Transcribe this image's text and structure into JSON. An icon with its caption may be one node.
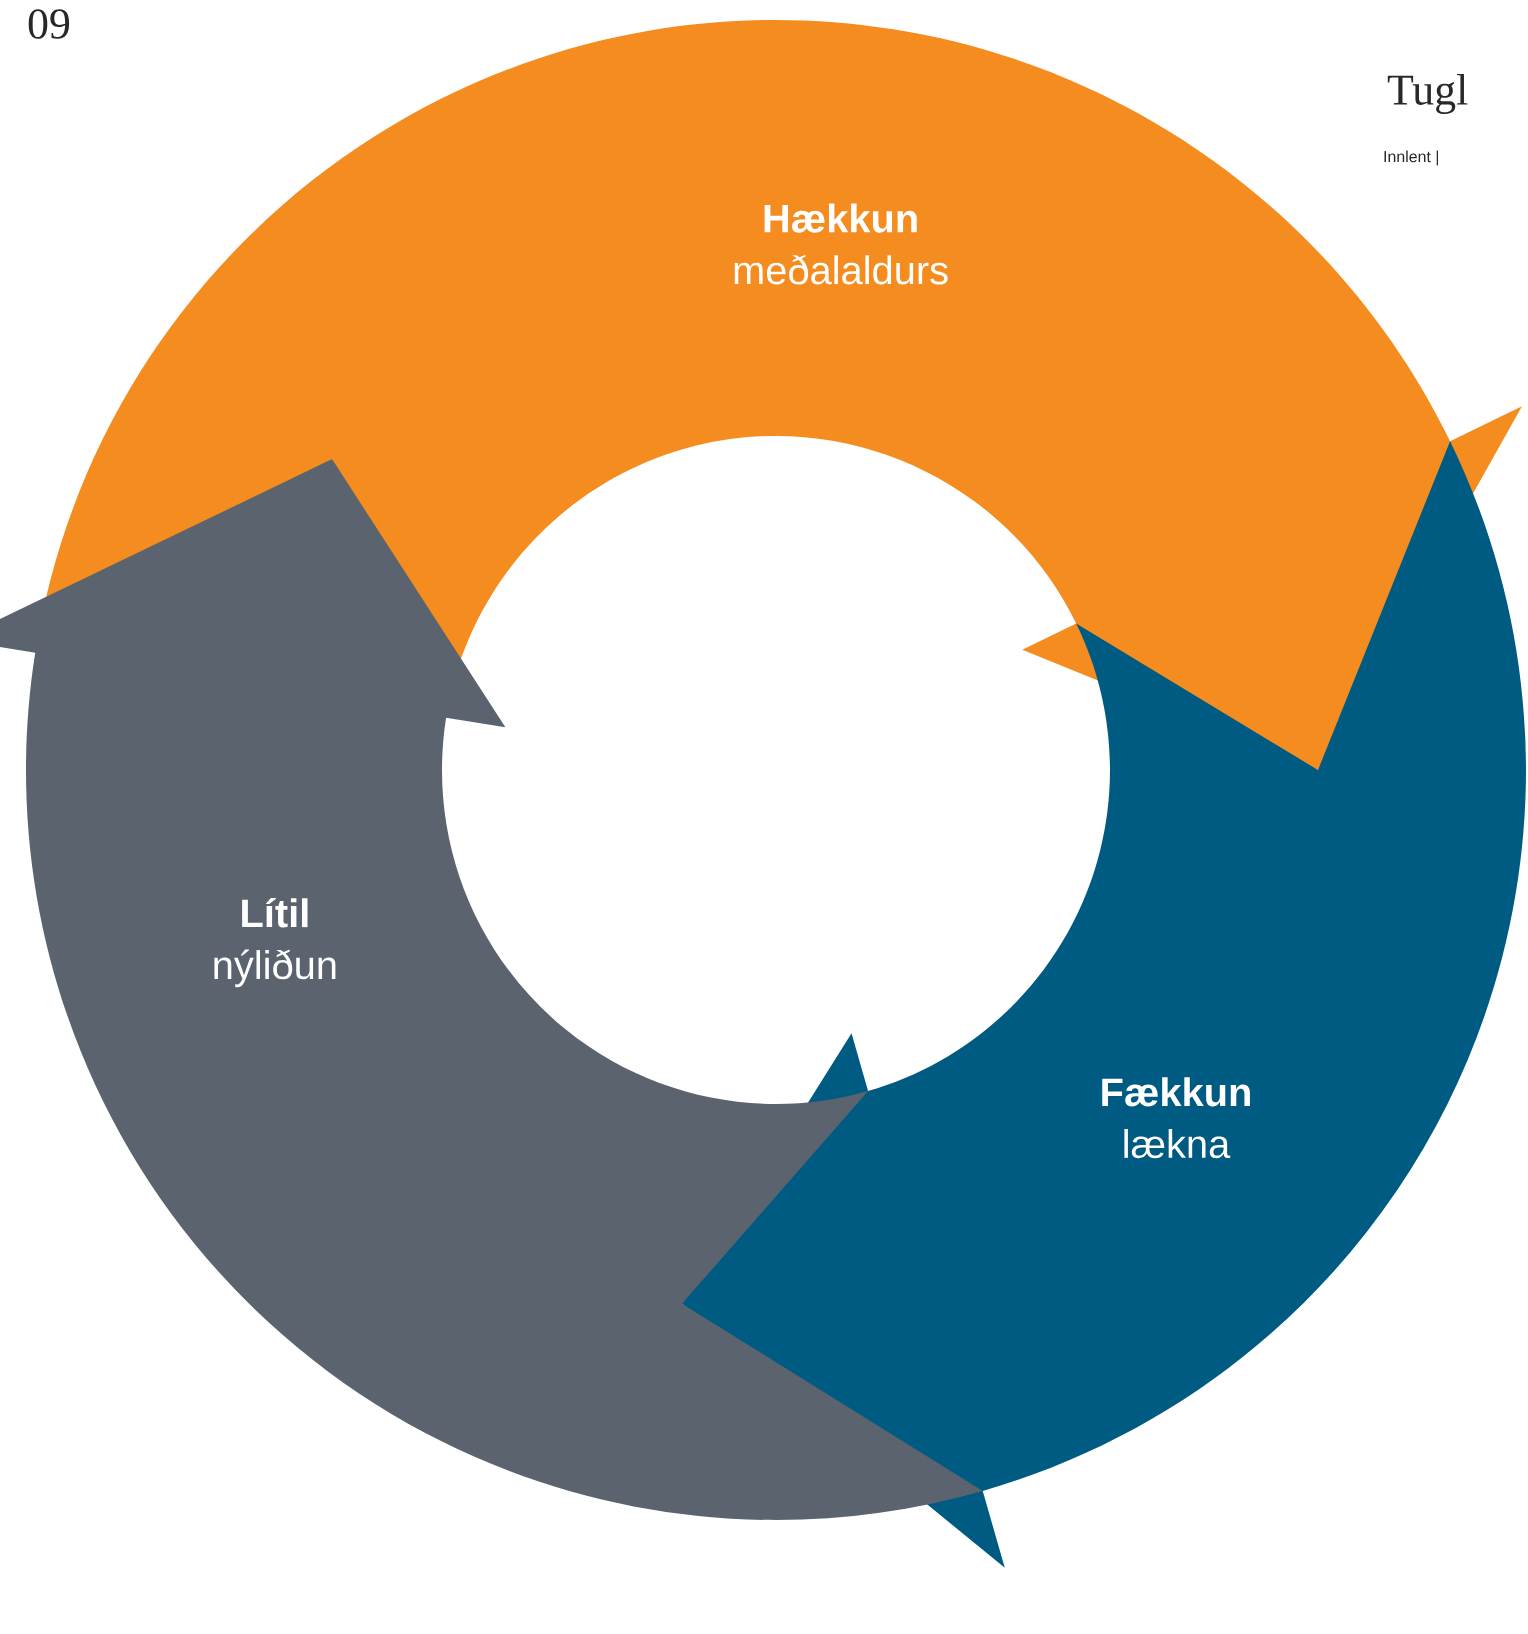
{
  "diagram": {
    "nodes": [
      {
        "text": [
          "Hækkun",
          "meðalaldurs"
        ]
      },
      {
        "text": [
          "Fækkun",
          "lækna"
        ]
      },
      {
        "text": [
          "Lítil",
          "nýliðun"
        ]
      }
    ],
    "labels": [
      "09",
      "Innlent |",
      "Tugl"
    ]
  }
}
